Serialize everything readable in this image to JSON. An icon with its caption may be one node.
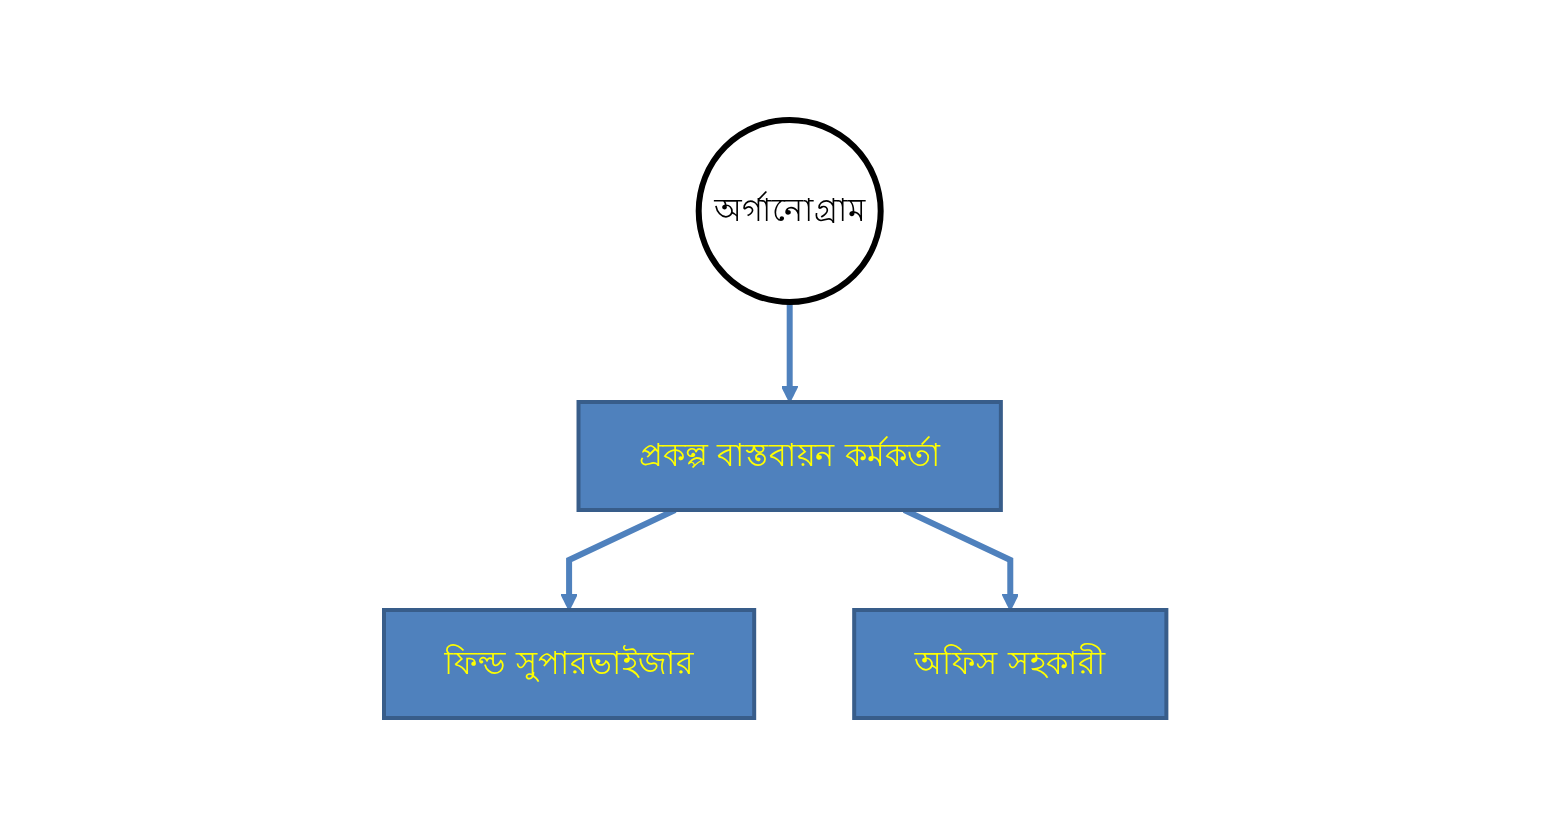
{
  "diagram": {
    "nodes": [
      {
        "text": [
          "অর্গানোগ্রাম"
        ]
      },
      {
        "text": [
          "প্রকল্প বাস্তবায়ন কর্মকর্তা"
        ]
      },
      {
        "text": [
          "ফিল্ড সুপারভাইজার"
        ]
      },
      {
        "text": [
          "অফিস সহকারী"
        ]
      }
    ],
    "edges": [
      {
        "from": 0,
        "to": 1,
        "arrow": "to"
      },
      {
        "from": 1,
        "to": 2,
        "arrow": "to"
      },
      {
        "from": 1,
        "to": 3,
        "arrow": "to"
      }
    ]
  }
}
